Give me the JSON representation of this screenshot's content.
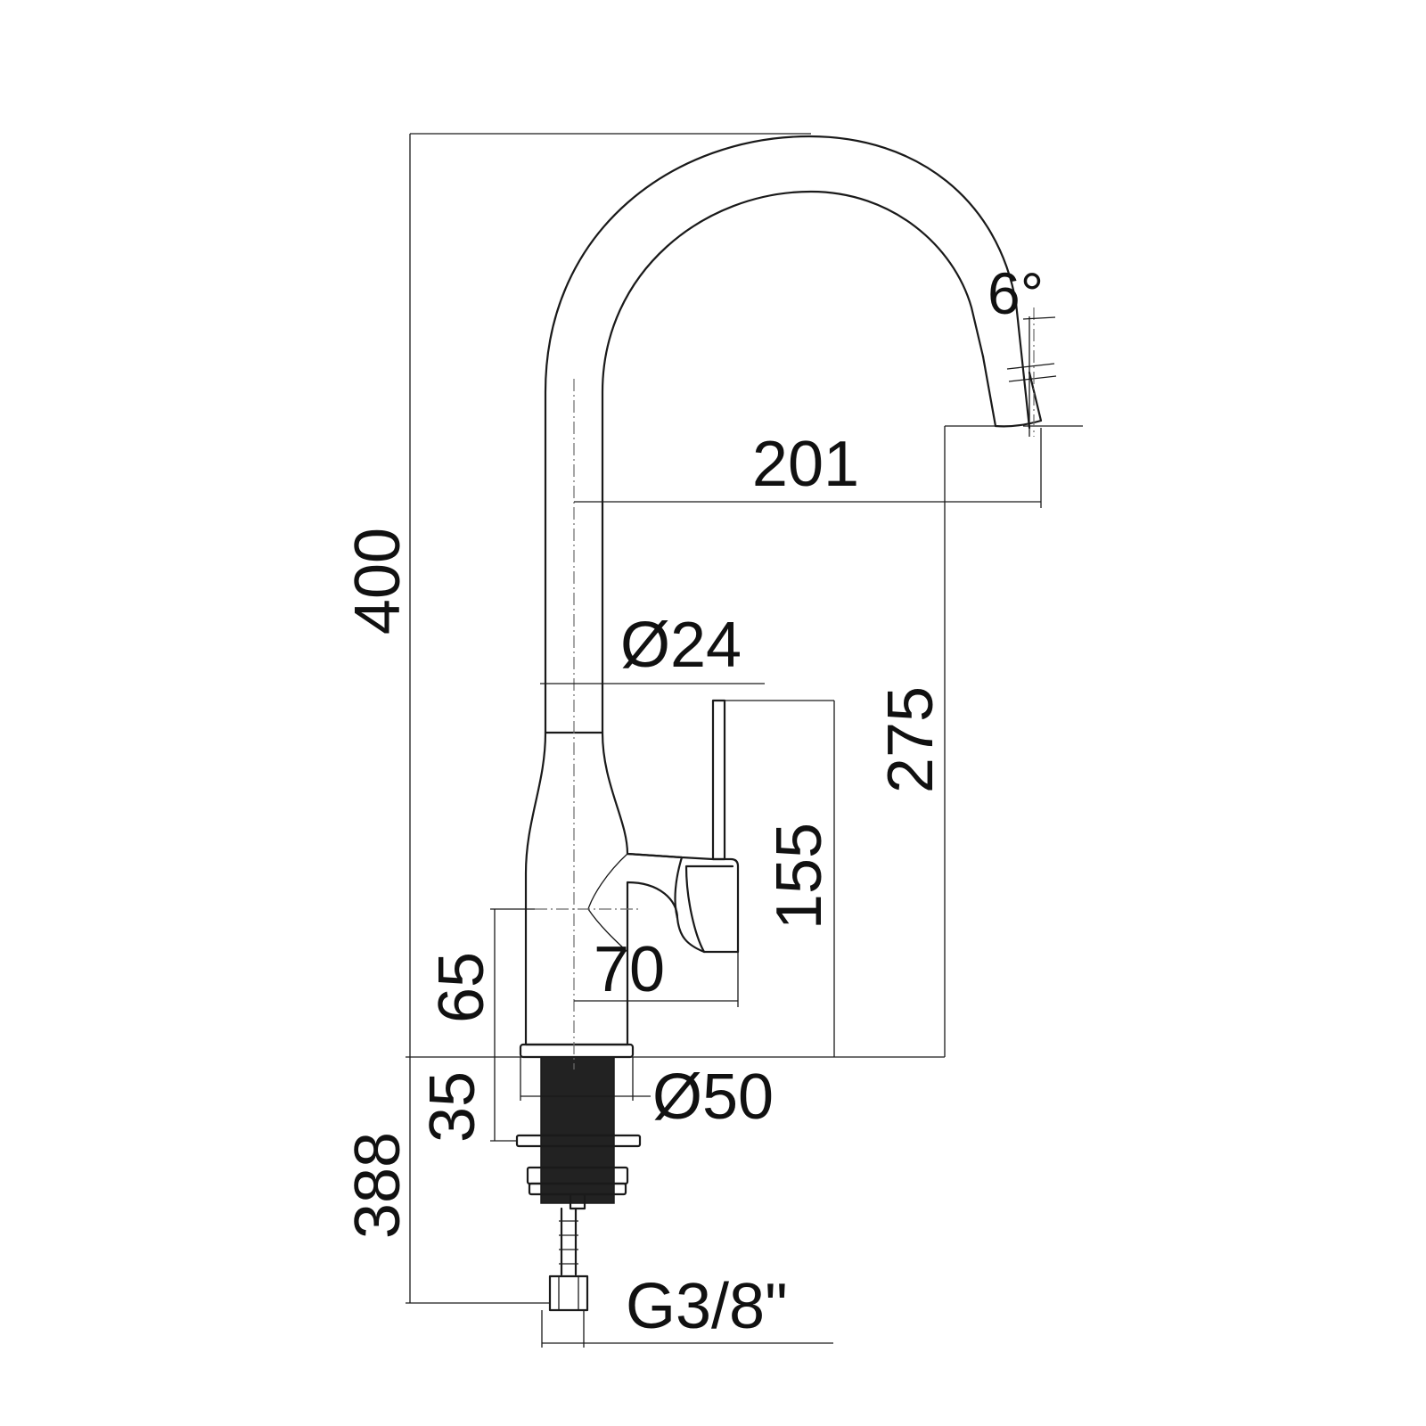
{
  "dimensions": {
    "total_height": "400",
    "spout_reach": "201",
    "spout_angle": "6°",
    "spout_height": "275",
    "tube_diameter": "Ø24",
    "lever_height": "155",
    "lever_reach": "70",
    "body_height": "65",
    "base_thickness": "35",
    "base_diameter": "Ø50",
    "hose_length": "388",
    "connection": "G3/8\""
  },
  "colors": {
    "line": "#1a1a1a",
    "centerline": "#6b6b6b",
    "thread": "#222222"
  }
}
